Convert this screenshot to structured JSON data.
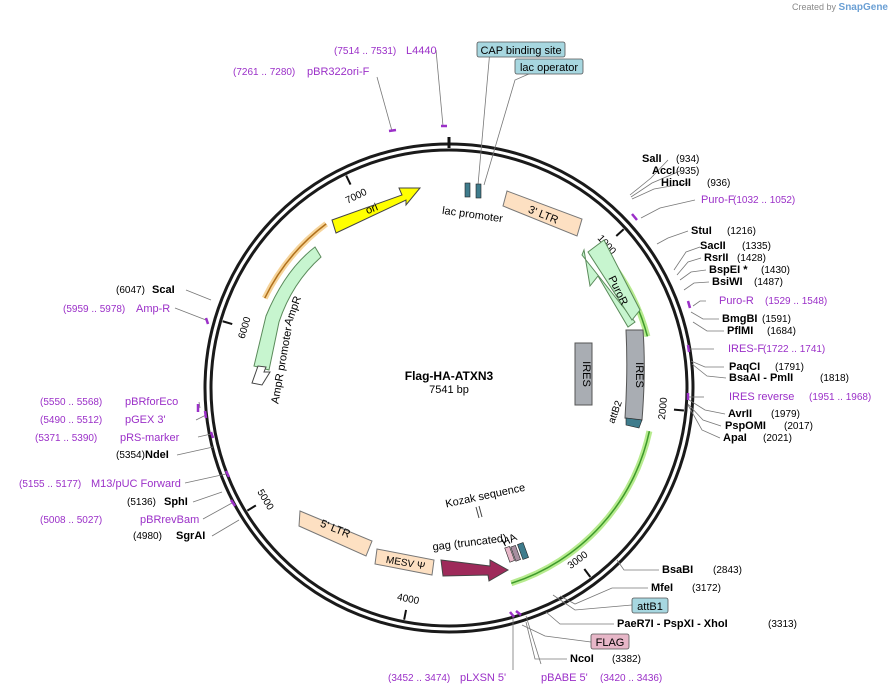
{
  "watermark": {
    "prefix": "Created by",
    "brand": "SnapGene"
  },
  "plasmid": {
    "name": "Flag-HA-ATXN3",
    "length_label": "7541 bp",
    "length": 7541
  },
  "ticks": [
    {
      "pos": 1000,
      "label": "1000"
    },
    {
      "pos": 2000,
      "label": "2000"
    },
    {
      "pos": 3000,
      "label": "3000"
    },
    {
      "pos": 4000,
      "label": "4000"
    },
    {
      "pos": 5000,
      "label": "5000"
    },
    {
      "pos": 6000,
      "label": "6000"
    },
    {
      "pos": 7000,
      "label": "7000"
    }
  ],
  "colors": {
    "backbone": "#1a1a1a",
    "site_text": "#000000",
    "primer": "#9b30c8",
    "ltr": "#fde0c2",
    "ori": "#ffff00",
    "ampr": "#c7f5cf",
    "puror": "#c7f5cf",
    "ires": "#a9adb3",
    "gag": "#9e2a5a",
    "feature_box": "#a7d7e0",
    "flag_box": "#e7b7c8",
    "highlight": "#b7eb8f",
    "amber": "#e6a640"
  },
  "sites_right": [
    {
      "name": "SalI",
      "pos": "(934)"
    },
    {
      "name": "AccI",
      "pos": "(935)"
    },
    {
      "name": "HincII",
      "pos": "(936)"
    },
    {
      "name": "StuI",
      "pos": "(1216)"
    },
    {
      "name": "SacII",
      "pos": "(1335)"
    },
    {
      "name": "RsrII",
      "pos": "(1428)"
    },
    {
      "name": "BspEI *",
      "pos": "(1430)"
    },
    {
      "name": "BsiWI",
      "pos": "(1487)"
    },
    {
      "name": "BmgBI",
      "pos": "(1591)"
    },
    {
      "name": "PflMI",
      "pos": "(1684)"
    },
    {
      "name": "PaqCI",
      "pos": "(1791)"
    },
    {
      "name": "BsaAI  - PmlI",
      "pos": "(1818)"
    },
    {
      "name": "AvrII",
      "pos": "(1979)"
    },
    {
      "name": "PspOMI",
      "pos": "(2017)"
    },
    {
      "name": "ApaI",
      "pos": "(2021)"
    },
    {
      "name": "BsaBI",
      "pos": "(2843)"
    },
    {
      "name": "MfeI",
      "pos": "(3172)"
    },
    {
      "name": "PaeR7I  - PspXI  - XhoI",
      "pos": "(3313)"
    },
    {
      "name": "NcoI",
      "pos": "(3382)"
    }
  ],
  "primers_right": [
    {
      "name": "Puro-F",
      "range": "(1032 .. 1052)"
    },
    {
      "name": "Puro-R",
      "range": "(1529 .. 1548)"
    },
    {
      "name": "IRES-F",
      "range": "(1722 .. 1741)"
    },
    {
      "name": "IRES reverse",
      "range": "(1951 .. 1968)"
    }
  ],
  "sites_left": [
    {
      "name": "ScaI",
      "pos": "(6047)"
    },
    {
      "name": "NdeI",
      "pos": "(5354)"
    },
    {
      "name": "SphI",
      "pos": "(5136)"
    },
    {
      "name": "SgrAI",
      "pos": "(4980)"
    }
  ],
  "primers_left": [
    {
      "name": "L4440",
      "range": "(7514 .. 7531)"
    },
    {
      "name": "pBR322ori-F",
      "range": "(7261 .. 7280)"
    },
    {
      "name": "Amp-R",
      "range": "(5959 .. 5978)"
    },
    {
      "name": "pBRforEco",
      "range": "(5550 .. 5568)"
    },
    {
      "name": "pGEX 3'",
      "range": "(5490 .. 5512)"
    },
    {
      "name": "pRS-marker",
      "range": "(5371 .. 5390)"
    },
    {
      "name": "M13/pUC Forward",
      "range": "(5155 .. 5177)"
    },
    {
      "name": "pBRrevBam",
      "range": "(5008 .. 5027)"
    }
  ],
  "primers_bottom": [
    {
      "name": "pLXSN 5'",
      "range": "(3452 .. 3474)"
    },
    {
      "name": "pBABE 5'",
      "range": "(3420 .. 3436)"
    }
  ],
  "feature_boxes": {
    "cap": "CAP binding site",
    "lac_operator": "lac operator",
    "attb1": "attB1",
    "flag": "FLAG"
  },
  "features": {
    "ori": "ori",
    "ltr3": "3' LTR",
    "lac_promoter": "lac promoter",
    "puror": "PuroR",
    "ires_inner": "IRES",
    "ires_outer": "IRES",
    "attb2": "attB2",
    "ampr": "AmpR",
    "ampr_promoter": "AmpR promoter",
    "kozak": "Kozak sequence",
    "gag": "gag (truncated)",
    "ha": "HA",
    "ltr5": "5' LTR",
    "mesv": "MESV Ψ"
  }
}
